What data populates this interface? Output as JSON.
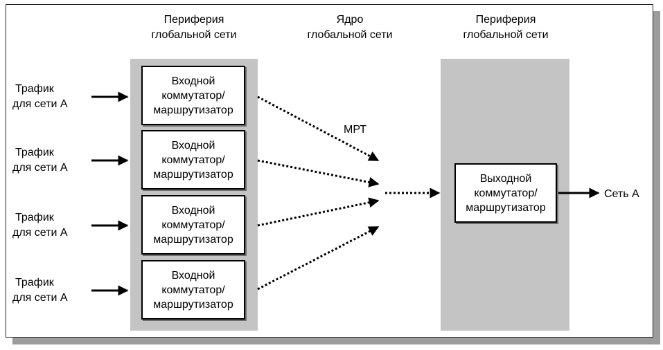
{
  "headers": {
    "left": {
      "line1": "Периферия",
      "line2": "глобальной сети"
    },
    "middle": {
      "line1": "Ядро",
      "line2": "глобальной сети"
    },
    "right": {
      "line1": "Периферия",
      "line2": "глобальной сети"
    }
  },
  "inputs": [
    {
      "traffic_line1": "Трафик",
      "traffic_line2": "для сети А",
      "box_line1": "Входной",
      "box_line2": "коммутатор/",
      "box_line3": "маршрутизатор"
    },
    {
      "traffic_line1": "Трафик",
      "traffic_line2": "для сети А",
      "box_line1": "Входной",
      "box_line2": "коммутатор/",
      "box_line3": "маршрутизатор"
    },
    {
      "traffic_line1": "Трафик",
      "traffic_line2": "для сети А",
      "box_line1": "Входной",
      "box_line2": "коммутатор/",
      "box_line3": "маршрутизатор"
    },
    {
      "traffic_line1": "Трафик",
      "traffic_line2": "для сети А",
      "box_line1": "Входной",
      "box_line2": "коммутатор/",
      "box_line3": "маршрутизатор"
    }
  ],
  "mpt_label": "МРТ",
  "output": {
    "box_line1": "Выходной",
    "box_line2": "коммутатор/",
    "box_line3": "маршрутизатор",
    "destination": "Сеть А"
  },
  "colors": {
    "panel": "#c4c4c4",
    "shadow": "#9c9c9c",
    "line": "#000000"
  }
}
